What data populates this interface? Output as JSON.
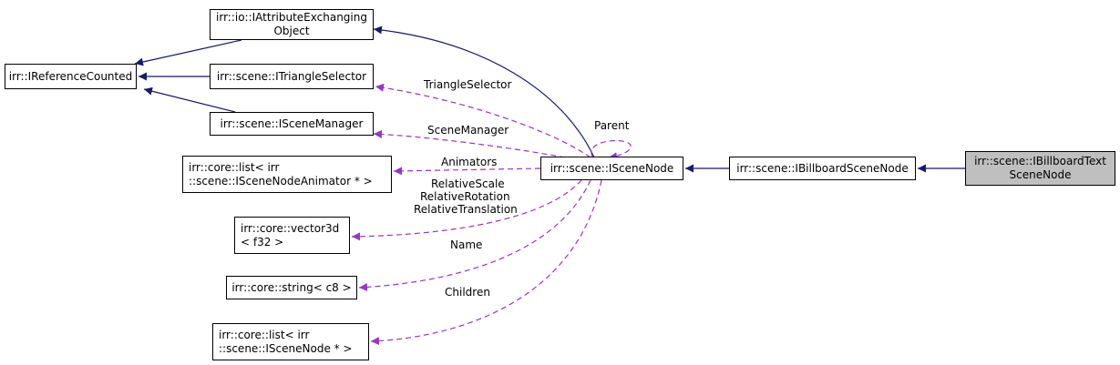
{
  "diagram": {
    "nodes": {
      "refcounted": [
        "irr::IReferenceCounted"
      ],
      "attrex": [
        "irr::io::IAttributeExchanging",
        "Object"
      ],
      "trisel": [
        "irr::scene::ITriangleSelector"
      ],
      "scenemgr": [
        "irr::scene::ISceneManager"
      ],
      "animlist": [
        "irr::core::list< irr",
        "::scene::ISceneNodeAnimator * >"
      ],
      "vector3d": [
        "irr::core::vector3d",
        "< f32 >"
      ],
      "string": [
        "irr::core::string< c8 >"
      ],
      "nodelist": [
        "irr::core::list< irr",
        "::scene::ISceneNode * >"
      ],
      "scenenode": [
        "irr::scene::ISceneNode"
      ],
      "billboard": [
        "irr::scene::IBillboardSceneNode"
      ],
      "billboardtext": [
        "irr::scene::IBillboardText",
        "SceneNode"
      ]
    },
    "edge_labels": {
      "triangle_selector": "TriangleSelector",
      "scene_manager": "SceneManager",
      "parent": "Parent",
      "animators": "Animators",
      "relative_scale": "RelativeScale",
      "relative_rotation": "RelativeRotation",
      "relative_translation": "RelativeTranslation",
      "name": "Name",
      "children": "Children"
    },
    "colors": {
      "inheritance": "#191970",
      "usage": "#9a32cd",
      "focus_fill": "#bfbfbf"
    }
  }
}
